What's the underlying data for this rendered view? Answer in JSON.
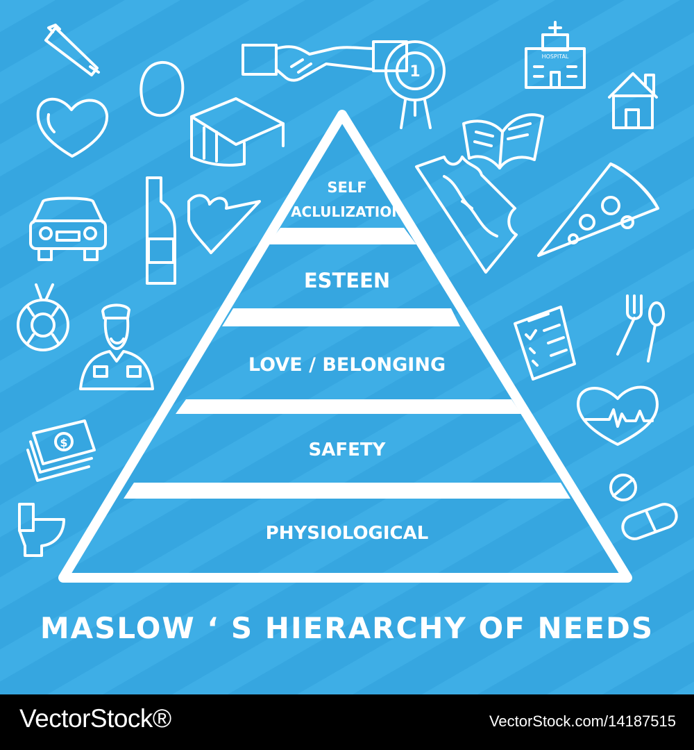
{
  "colors": {
    "background": "#36A6E0",
    "stripe": "#3EAEE6",
    "line": "#ffffff",
    "footer": "#000000"
  },
  "pyramid": {
    "tiers": [
      {
        "label_line1": "SELF",
        "label_line2": "ACLULIZATION"
      },
      {
        "label": "ESTEEN"
      },
      {
        "label": "LOVE / BELONGING"
      },
      {
        "label": "SAFETY"
      },
      {
        "label": "PHYSIOLOGICAL"
      }
    ]
  },
  "title": "MASLOW ʻ S HIERARCHY OF NEEDS",
  "footer": {
    "brand": "VectorStock®",
    "site": "VectorStock.com/14187515"
  },
  "icons": [
    "pencil-icon",
    "egg-icon",
    "handshake-icon",
    "medal-icon",
    "hospital-icon",
    "house-icon",
    "heart-icon",
    "graduation-cap-icon",
    "book-icon",
    "car-icon",
    "bottle-icon",
    "puzzle-icon",
    "pizza-icon",
    "lifebuoy-icon",
    "police-officer-icon",
    "fork-spoon-icon",
    "checklist-icon",
    "heartbeat-icon",
    "money-icon",
    "pill-icon",
    "toilet-icon"
  ],
  "icon_texts": {
    "medal": "1",
    "hospital": "HOSPITAL",
    "money": "$"
  }
}
